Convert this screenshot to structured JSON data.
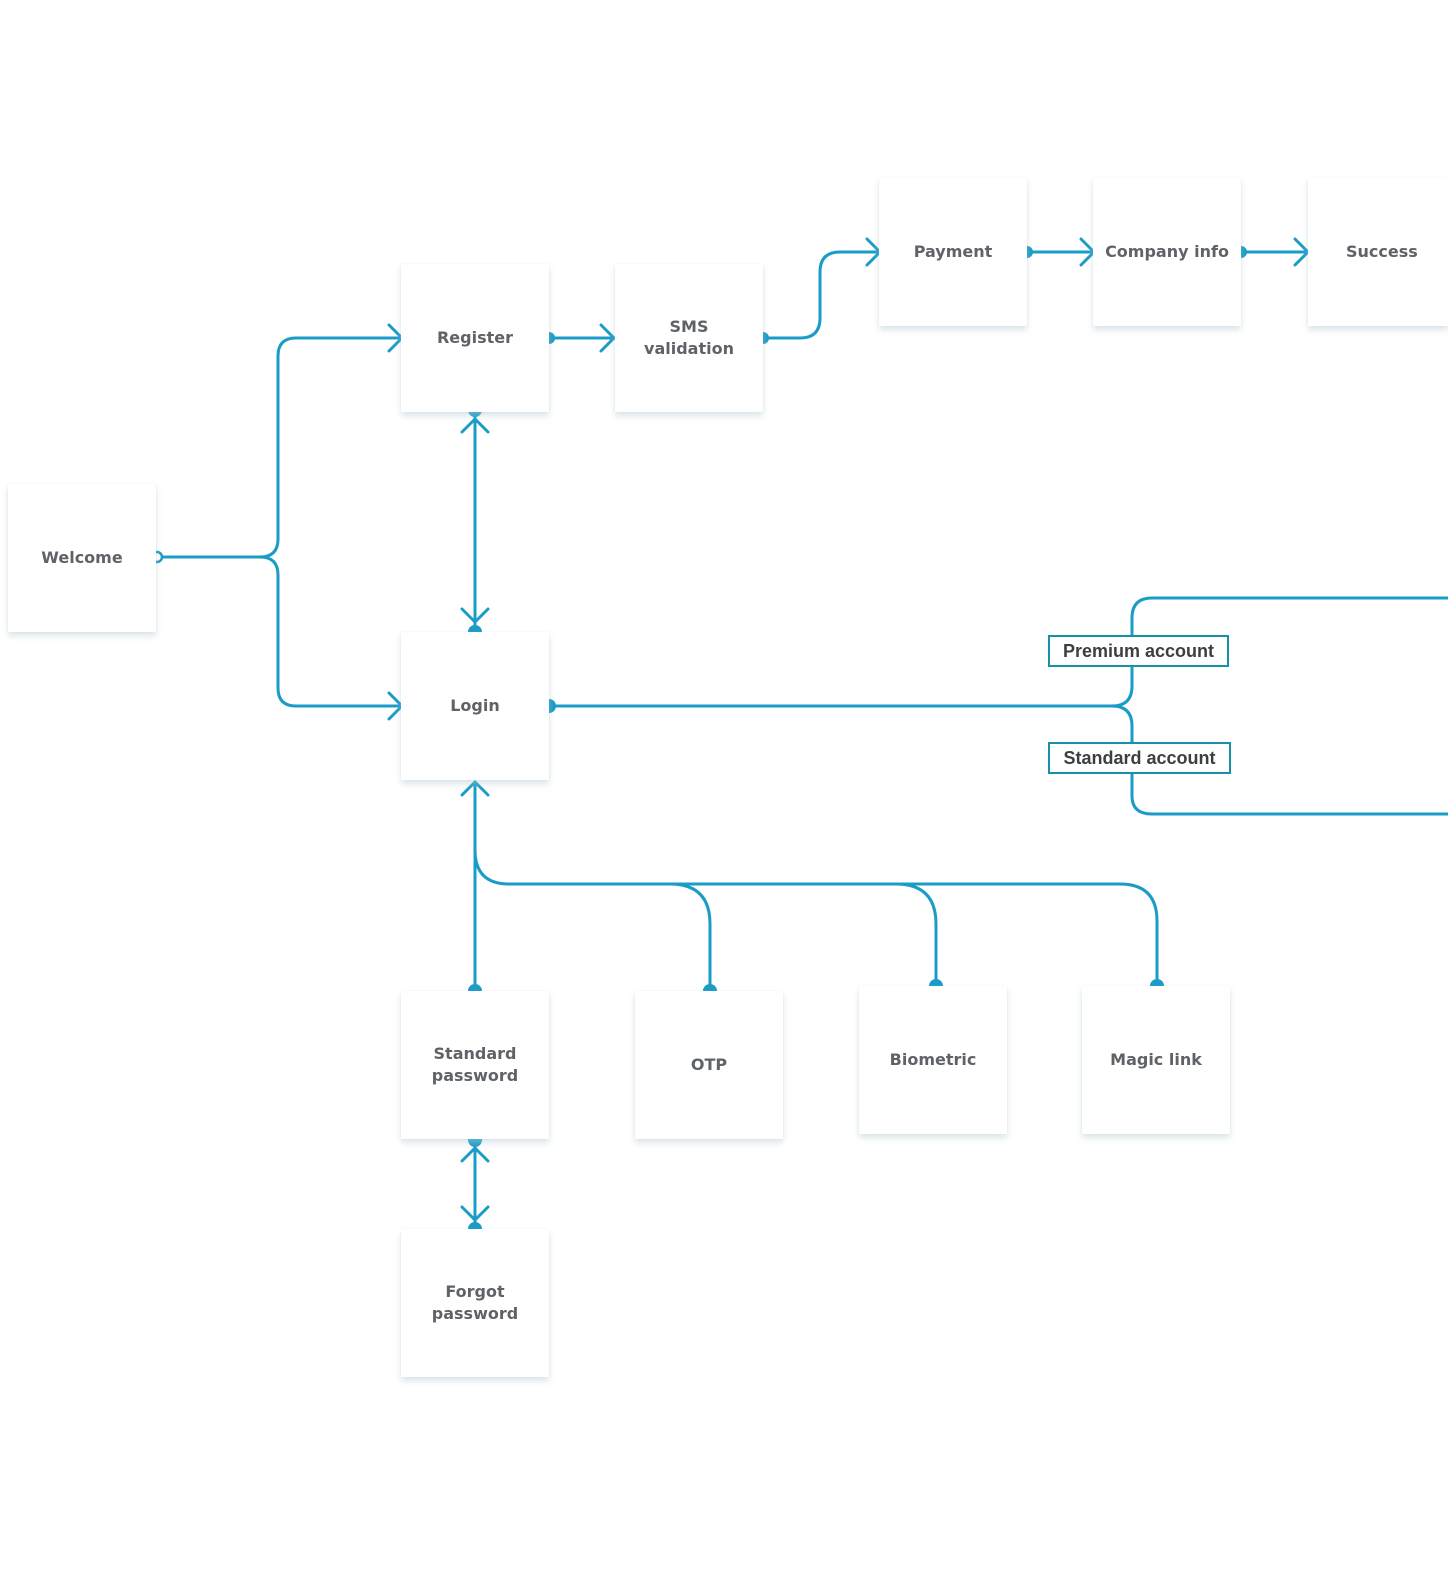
{
  "colors": {
    "line": "#1a9cc7",
    "line_dark": "#1a8fa8",
    "node_text": "#5f6367",
    "tag_text": "#3c3f42"
  },
  "nodes": {
    "welcome": "Welcome",
    "register": "Register",
    "sms": "SMS\nvalidation",
    "payment": "Payment",
    "company": "Company info",
    "success": "Success",
    "login": "Login",
    "standard_password": "Standard\npassword",
    "otp": "OTP",
    "biometric": "Biometric",
    "magic_link": "Magic link",
    "forgot_password": "Forgot\npassword"
  },
  "tags": {
    "premium": "Premium account",
    "standard": "Standard account"
  }
}
